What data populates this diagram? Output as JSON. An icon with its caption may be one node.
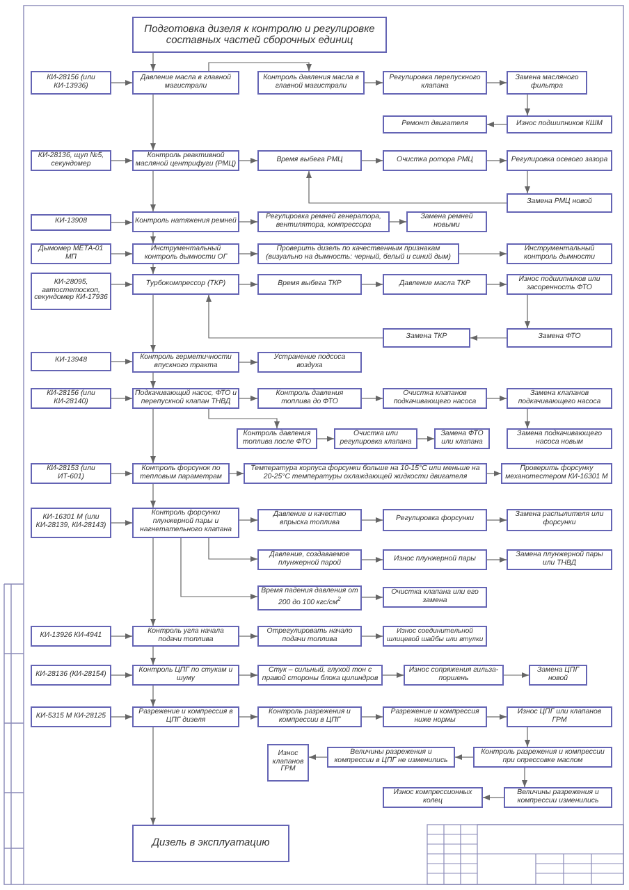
{
  "diagram": {
    "nodes": [
      {
        "text": [
          "Подготовка дизеля к контролю и регулировке составных частей сборочных единиц"
        ]
      },
      {
        "text": [
          "КИ-28156 (или КИ-13936)"
        ]
      },
      {
        "text": [
          "Давление масла в главной магистрали"
        ]
      },
      {
        "text": [
          "Контроль давления масла в главной магистрали"
        ]
      },
      {
        "text": [
          "Регулировка перепускного клапана"
        ]
      },
      {
        "text": [
          "Замена масляного фильтра"
        ]
      },
      {
        "text": [
          "Ремонт двигателя"
        ]
      },
      {
        "text": [
          "Износ подшипников КШМ"
        ]
      },
      {
        "text": [
          "КИ-28136, щуп №5, секундомер"
        ]
      },
      {
        "text": [
          "Контроль реактивной масляной центрифуги (РМЦ)"
        ]
      },
      {
        "text": [
          "Время выбега РМЦ"
        ]
      },
      {
        "text": [
          "Очистка ротора РМЦ"
        ]
      },
      {
        "text": [
          "Регулировка осевого зазора"
        ]
      },
      {
        "text": [
          "Замена РМЦ новой"
        ]
      },
      {
        "text": [
          "КИ-13908"
        ]
      },
      {
        "text": [
          "Контроль натяжения ремней"
        ]
      },
      {
        "text": [
          "Регулировка ремней генератора, вентилятора, компрессора"
        ]
      },
      {
        "text": [
          "Замена ремней новыми"
        ]
      },
      {
        "text": [
          "Дымомер МЕТА-01 МП"
        ]
      },
      {
        "text": [
          "Инструментальный контроль дымности ОГ"
        ]
      },
      {
        "text": [
          "Проверить дизель по качественным признакам (визуально на дымность: черный, белый и синий дым)"
        ]
      },
      {
        "text": [
          "Инструментальный контроль дымности"
        ]
      },
      {
        "text": [
          "КИ-28095, автостетоскоп, секундомер КИ-17936"
        ]
      },
      {
        "text": [
          "Турбокомпрессор (ТКР)"
        ]
      },
      {
        "text": [
          "Время выбега ТКР"
        ]
      },
      {
        "text": [
          "Давление масла ТКР"
        ]
      },
      {
        "text": [
          "Износ подшипников или засоренность ФТО"
        ]
      },
      {
        "text": [
          "Замена ТКР"
        ]
      },
      {
        "text": [
          "Замена ФТО"
        ]
      },
      {
        "text": [
          "КИ-13948"
        ]
      },
      {
        "text": [
          "Контроль герметичности впускного тракта"
        ]
      },
      {
        "text": [
          "Устранение подсоса воздуха"
        ]
      },
      {
        "text": [
          "КИ-28156 (или КИ-28140)"
        ]
      },
      {
        "text": [
          "Подкачивающий насос, ФТО и перепускной клапан ТНВД"
        ]
      },
      {
        "text": [
          "Контроль давления топлива до ФТО"
        ]
      },
      {
        "text": [
          "Очистка клапанов подкачивающего насоса"
        ]
      },
      {
        "text": [
          "Замена клапанов подкачивающего насоса"
        ]
      },
      {
        "text": [
          "Контроль давления топлива после ФТО"
        ]
      },
      {
        "text": [
          "Очистка или регулировка клапана"
        ]
      },
      {
        "text": [
          "Замена ФТО или клапана"
        ]
      },
      {
        "text": [
          "Замена подкачивающего насоса новым"
        ]
      },
      {
        "text": [
          "КИ-28153 (или ИТ-601)"
        ]
      },
      {
        "text": [
          "Контроль форсунок по тепловым параметрам"
        ]
      },
      {
        "text": [
          "Температура корпуса форсунки больше на 10-15°С или меньше на 20-25°С температуры охлаждающей жидкости двигателя"
        ]
      },
      {
        "text": [
          "Проверить форсунку механотестером КИ-16301 М"
        ]
      },
      {
        "text": [
          "КИ-16301 М (или КИ-28139, КИ-28143)"
        ]
      },
      {
        "text": [
          "Контроль форсунки плунжерной пары и нагнетательного клапана"
        ]
      },
      {
        "text": [
          "Давление и качество впрыска топлива"
        ]
      },
      {
        "text": [
          "Регулировка форсунки"
        ]
      },
      {
        "text": [
          "Замена распылителя или форсунки"
        ]
      },
      {
        "text": [
          "Давление, создаваемое плунжерной парой"
        ]
      },
      {
        "text": [
          "Износ плунжерной пары"
        ]
      },
      {
        "text": [
          "Замена плунжерной пары или ТНВД"
        ]
      },
      {
        "text": [
          "Время падения давления от 200 до 100 кгс/см$^{2}$"
        ]
      },
      {
        "text": [
          "Очистка клапана или его замена"
        ]
      },
      {
        "text": [
          "КИ-13926 КИ-4941"
        ]
      },
      {
        "text": [
          "Контроль угла начала подачи топлива"
        ]
      },
      {
        "text": [
          "Отрегулировать начало подачи топлива"
        ]
      },
      {
        "text": [
          "Износ соединительной шлицевой шайбы или втулки"
        ]
      },
      {
        "text": [
          "КИ-28136 (КИ-28154)"
        ]
      },
      {
        "text": [
          "Контроль ЦПГ по стукам и шуму"
        ]
      },
      {
        "text": [
          "Стук – сильный, глухой тон с правой стороны блока цилиндров"
        ]
      },
      {
        "text": [
          "Износ сопряжения гильза-поршень"
        ]
      },
      {
        "text": [
          "Замена ЦПГ новой"
        ]
      },
      {
        "text": [
          "КИ-5315 М КИ-28125"
        ]
      },
      {
        "text": [
          "Разрежение и компрессия в ЦПГ дизеля"
        ]
      },
      {
        "text": [
          "Контроль разрежения и компрессии в ЦПГ"
        ]
      },
      {
        "text": [
          "Разрежение и компрессия ниже нормы"
        ]
      },
      {
        "text": [
          "Износ ЦПГ или клапанов ГРМ"
        ]
      },
      {
        "text": [
          "Износ клапанов ГРМ"
        ]
      },
      {
        "text": [
          "Величины разрежения и компрессии в ЦПГ не изменились"
        ]
      },
      {
        "text": [
          "Контроль разрежения и компрессии при опрессовке маслом"
        ]
      },
      {
        "text": [
          "Износ компрессионных колец"
        ]
      },
      {
        "text": [
          "Величины разрежения и компрессии изменились"
        ]
      },
      {
        "text": [
          "Дизель в эксплуатацию"
        ]
      }
    ],
    "edges": [
      {
        "from": 0,
        "to": 2,
        "arrow": "to"
      },
      {
        "from": 2,
        "to": 9,
        "arrow": "to"
      },
      {
        "from": 9,
        "to": 15,
        "arrow": "to"
      },
      {
        "from": 15,
        "to": 19,
        "arrow": "to"
      },
      {
        "from": 19,
        "to": 23,
        "arrow": "to"
      },
      {
        "from": 23,
        "to": 30,
        "arrow": "to"
      },
      {
        "from": 30,
        "to": 33,
        "arrow": "to"
      },
      {
        "from": 33,
        "to": 42,
        "arrow": "to"
      },
      {
        "from": 42,
        "to": 46,
        "arrow": "to"
      },
      {
        "from": 46,
        "to": 56,
        "arrow": "to"
      },
      {
        "from": 56,
        "to": 60,
        "arrow": "to"
      },
      {
        "from": 60,
        "to": 65,
        "arrow": "to"
      },
      {
        "from": 65,
        "to": 74,
        "arrow": "to"
      },
      {
        "from": 1,
        "to": 2,
        "arrow": "to"
      },
      {
        "from": 8,
        "to": 9,
        "arrow": "to"
      },
      {
        "from": 14,
        "to": 15,
        "arrow": "to"
      },
      {
        "from": 18,
        "to": 19,
        "arrow": "to"
      },
      {
        "from": 22,
        "to": 23,
        "arrow": "to"
      },
      {
        "from": 29,
        "to": 30,
        "arrow": "to"
      },
      {
        "from": 32,
        "to": 33,
        "arrow": "to"
      },
      {
        "from": 41,
        "to": 42,
        "arrow": "to"
      },
      {
        "from": 45,
        "to": 46,
        "arrow": "to"
      },
      {
        "from": 55,
        "to": 56,
        "arrow": "to"
      },
      {
        "from": 59,
        "to": 60,
        "arrow": "to"
      },
      {
        "from": 64,
        "to": 65,
        "arrow": "to"
      },
      {
        "from": 2,
        "to": 3,
        "arrow": "to"
      },
      {
        "from": 3,
        "to": 4,
        "arrow": "to"
      },
      {
        "from": 4,
        "to": 5,
        "arrow": "to"
      },
      {
        "from": 5,
        "to": 7,
        "arrow": "to"
      },
      {
        "from": 7,
        "to": 6,
        "arrow": "to"
      },
      {
        "from": 9,
        "to": 10,
        "arrow": "to"
      },
      {
        "from": 10,
        "to": 11,
        "arrow": "to"
      },
      {
        "from": 11,
        "to": 12,
        "arrow": "to"
      },
      {
        "from": 12,
        "to": 13,
        "arrow": "to"
      },
      {
        "from": 13,
        "to": 10,
        "arrow": "to"
      },
      {
        "from": 15,
        "to": 16,
        "arrow": "to"
      },
      {
        "from": 16,
        "to": 17,
        "arrow": "to"
      },
      {
        "from": 19,
        "to": 20,
        "arrow": "to"
      },
      {
        "from": 20,
        "to": 21,
        "arrow": "to"
      },
      {
        "from": 23,
        "to": 24,
        "arrow": "to"
      },
      {
        "from": 24,
        "to": 25,
        "arrow": "to"
      },
      {
        "from": 25,
        "to": 26,
        "arrow": "to"
      },
      {
        "from": 26,
        "to": 28,
        "arrow": "to"
      },
      {
        "from": 28,
        "to": 27,
        "arrow": "to"
      },
      {
        "from": 27,
        "to": 23,
        "arrow": "to"
      },
      {
        "from": 30,
        "to": 31,
        "arrow": "to"
      },
      {
        "from": 33,
        "to": 34,
        "arrow": "to"
      },
      {
        "from": 34,
        "to": 35,
        "arrow": "to"
      },
      {
        "from": 35,
        "to": 36,
        "arrow": "to"
      },
      {
        "from": 36,
        "to": 40,
        "arrow": "to"
      },
      {
        "from": 33,
        "to": 37,
        "arrow": "to"
      },
      {
        "from": 37,
        "to": 38,
        "arrow": "to"
      },
      {
        "from": 38,
        "to": 39,
        "arrow": "to"
      },
      {
        "from": 42,
        "to": 43,
        "arrow": "to"
      },
      {
        "from": 43,
        "to": 44,
        "arrow": "to"
      },
      {
        "from": 46,
        "to": 47,
        "arrow": "to"
      },
      {
        "from": 47,
        "to": 48,
        "arrow": "to"
      },
      {
        "from": 48,
        "to": 49,
        "arrow": "to"
      },
      {
        "from": 46,
        "to": 50,
        "arrow": "to"
      },
      {
        "from": 50,
        "to": 51,
        "arrow": "to"
      },
      {
        "from": 51,
        "to": 52,
        "arrow": "to"
      },
      {
        "from": 46,
        "to": 53,
        "arrow": "to"
      },
      {
        "from": 53,
        "to": 54,
        "arrow": "to"
      },
      {
        "from": 56,
        "to": 57,
        "arrow": "to"
      },
      {
        "from": 57,
        "to": 58,
        "arrow": "to"
      },
      {
        "from": 60,
        "to": 61,
        "arrow": "to"
      },
      {
        "from": 61,
        "to": 62,
        "arrow": "to"
      },
      {
        "from": 62,
        "to": 63,
        "arrow": "to"
      },
      {
        "from": 65,
        "to": 66,
        "arrow": "to"
      },
      {
        "from": 66,
        "to": 67,
        "arrow": "to"
      },
      {
        "from": 67,
        "to": 68,
        "arrow": "to"
      },
      {
        "from": 68,
        "to": 71,
        "arrow": "to"
      },
      {
        "from": 71,
        "to": 70,
        "arrow": "to"
      },
      {
        "from": 70,
        "to": 69,
        "arrow": "to"
      },
      {
        "from": 71,
        "to": 73,
        "arrow": "to"
      },
      {
        "from": 73,
        "to": 72,
        "arrow": "to"
      }
    ]
  }
}
